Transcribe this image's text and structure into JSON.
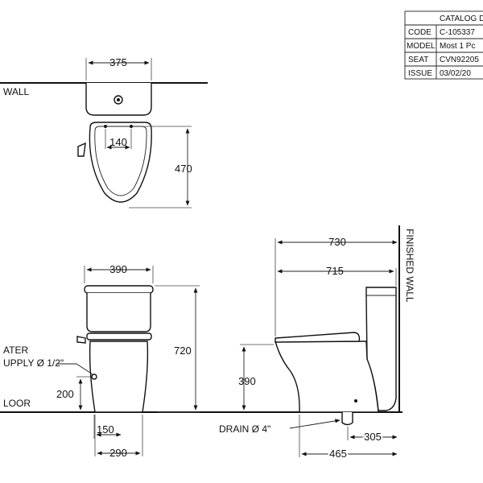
{
  "title_block": {
    "heading": "CATALOG D",
    "rows": [
      {
        "key": "CODE",
        "value": "C-105337"
      },
      {
        "key": "MODEL",
        "value": "Most 1 Pc"
      },
      {
        "key": "SEAT",
        "value": "CVN92205"
      },
      {
        "key": "ISSUE",
        "value": "03/02/20"
      }
    ]
  },
  "top_view": {
    "wall_label": "WALL",
    "width": "375",
    "seat_hinge_spacing": "140",
    "depth": "470"
  },
  "front_view": {
    "width": "390",
    "height": "720",
    "water_supply_label_line1": "ATER",
    "water_supply_label_line2": "UPPLY Ø 1/2\"",
    "supply_height": "200",
    "floor_label": "LOOR",
    "base_offset": "150",
    "base_width": "290"
  },
  "side_view": {
    "overall_length": "730",
    "seat_length": "715",
    "wall_label": "FINISHED WALL",
    "seat_height": "390",
    "drain_label": "DRAIN Ø 4\"",
    "rough_in": "305",
    "base_depth": "465"
  }
}
